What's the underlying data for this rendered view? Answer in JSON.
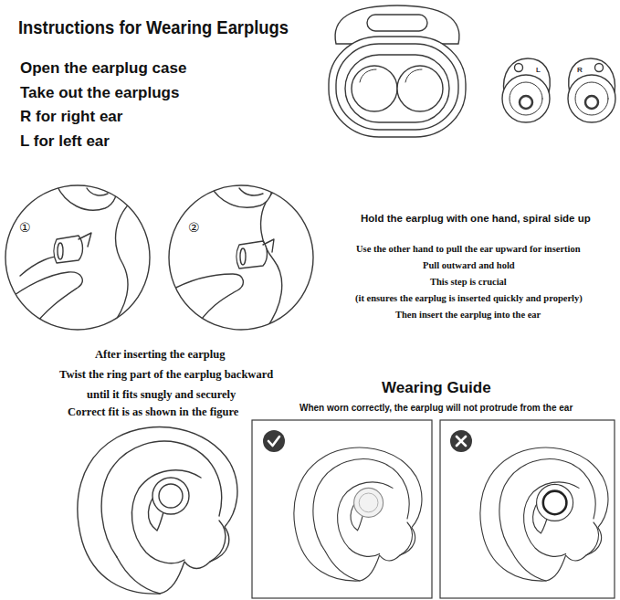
{
  "diagram": {
    "title": "Instructions for Wearing Earplugs",
    "labels": [
      "Open the earplug case",
      "Take out the earplugs",
      "R for right ear",
      "L for left ear",
      "L",
      "R",
      "①",
      "②",
      "Hold the earplug with one hand, spiral side up",
      "Use the other hand to pull the ear upward for insertion",
      "Pull outward and hold",
      "This step is crucial",
      "(it ensures the earplug is inserted quickly and properly)",
      "Then insert the earplug into the ear",
      "After inserting the earplug",
      "Twist the ring part of the earplug backward",
      "until it fits snugly and securely",
      "Correct fit is as shown in the figure",
      "Wearing Guide",
      "When worn correctly, the earplug will not protrude from the ear"
    ]
  }
}
